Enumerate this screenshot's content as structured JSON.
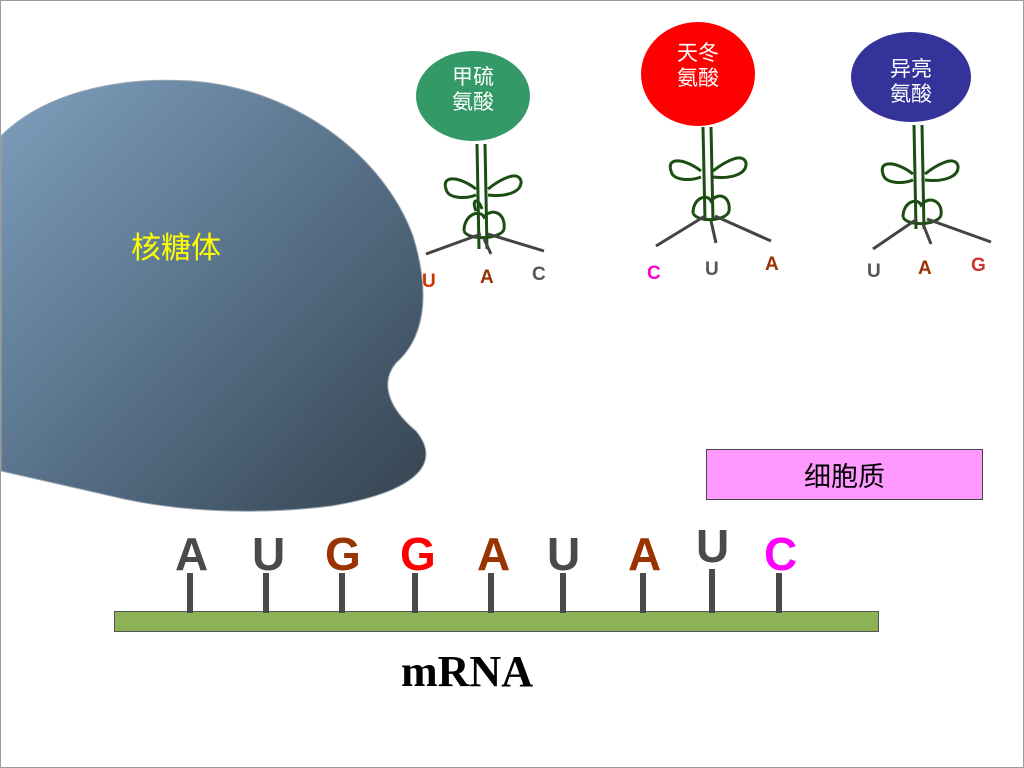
{
  "ribosome": {
    "label": "核糖体"
  },
  "cytoplasm": {
    "label": "细胞质"
  },
  "trnas": [
    {
      "amino_acid": "甲硫\n氨酸",
      "color": "#339966",
      "anticodon": [
        {
          "base": "U",
          "color": "#cc3300"
        },
        {
          "base": "A",
          "color": "#993300"
        },
        {
          "base": "C",
          "color": "#555555"
        }
      ]
    },
    {
      "amino_acid": "天冬\n氨酸",
      "color": "#ff0000",
      "anticodon": [
        {
          "base": "C",
          "color": "#ff00cc"
        },
        {
          "base": "U",
          "color": "#555555"
        },
        {
          "base": "A",
          "color": "#993300"
        }
      ]
    },
    {
      "amino_acid": "异亮\n氨酸",
      "color": "#333399",
      "anticodon": [
        {
          "base": "U",
          "color": "#555555"
        },
        {
          "base": "A",
          "color": "#993300"
        },
        {
          "base": "G",
          "color": "#cc3333"
        }
      ]
    }
  ],
  "mrna": {
    "label": "mRNA",
    "bases": [
      {
        "base": "A",
        "color": "#4a4a4a"
      },
      {
        "base": "U",
        "color": "#4a4a4a"
      },
      {
        "base": "G",
        "color": "#993300"
      },
      {
        "base": "G",
        "color": "#ff0000"
      },
      {
        "base": "A",
        "color": "#993300"
      },
      {
        "base": "U",
        "color": "#4a4a4a"
      },
      {
        "base": "A",
        "color": "#993300"
      },
      {
        "base": "U",
        "color": "#4a4a4a"
      },
      {
        "base": "C",
        "color": "#ff00ff"
      }
    ]
  }
}
